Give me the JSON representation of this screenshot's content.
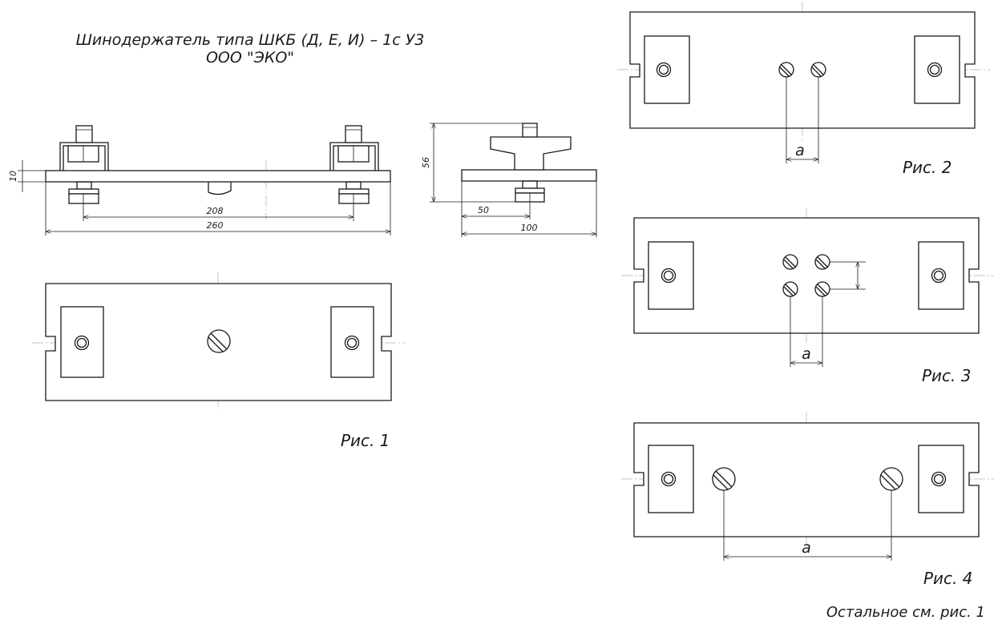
{
  "title": {
    "line1": "Шинодержатель типа ШКБ (Д, Е, И) – 1с У3",
    "line2": "ООО \"ЭКО\""
  },
  "dimensions": {
    "height": "10",
    "inner_span": "208",
    "overall_length": "260",
    "total_height": "56",
    "half_width": "50",
    "width": "100"
  },
  "captions": {
    "fig1": "Рис. 1",
    "fig2": "Рис. 2",
    "fig3": "Рис. 3",
    "fig4": "Рис. 4",
    "note": "Остальное см. рис. 1"
  },
  "labels": {
    "a": "a"
  }
}
